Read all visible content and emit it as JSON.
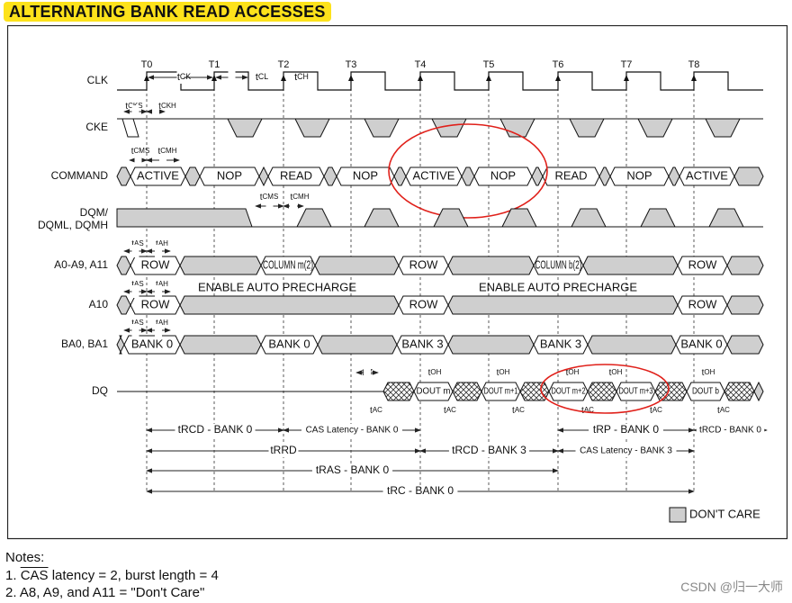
{
  "title": "ALTERNATING BANK READ ACCESSES",
  "clock_labels": [
    "T0",
    "T1",
    "T2",
    "T3",
    "T4",
    "T5",
    "T6",
    "T7",
    "T8"
  ],
  "signals": {
    "clk": "CLK",
    "cke": "CKE",
    "command": "COMMAND",
    "dqm_1": "DQM/",
    "dqm_2": "DQML, DQMH",
    "addr": "A0-A9, A11",
    "a10": "A10",
    "ba": "BA0, BA1",
    "dq": "DQ"
  },
  "commands": [
    "ACTIVE",
    "NOP",
    "READ",
    "NOP",
    "ACTIVE",
    "NOP",
    "READ",
    "NOP",
    "ACTIVE"
  ],
  "addr_values": [
    "ROW",
    "COLUMN m",
    "ROW",
    "COLUMN b",
    "ROW"
  ],
  "addr_note_ref": "(2)",
  "a10_values": [
    "ROW",
    "ROW",
    "ROW"
  ],
  "a10_text": "ENABLE AUTO PRECHARGE",
  "ba_values": [
    "BANK 0",
    "BANK 0",
    "BANK 3",
    "BANK 3",
    "BANK 0"
  ],
  "dq_values": [
    "DOUT m",
    "DOUT m+1",
    "DOUT m+2",
    "DOUT m+3",
    "DOUT b"
  ],
  "timing_labels": {
    "tck": "tCK",
    "tcl": "tCL",
    "tch": "tCH",
    "tcks": "tCKS",
    "tckh": "tCKH",
    "tcms": "tCMS",
    "tcmh": "tCMH",
    "tas": "tAS",
    "tah": "tAH",
    "tlz": "tLZ",
    "toh": "tOH",
    "tac": "tAC"
  },
  "spans": [
    "tRCD - BANK 0",
    "CAS Latency - BANK 0",
    "tRP - BANK 0",
    "tRCD - BANK 0",
    "tRRD",
    "tRCD - BANK 3",
    "CAS Latency - BANK 3",
    "tRAS - BANK 0",
    "tRC - BANK 0"
  ],
  "legend": "DON'T CARE",
  "notes_title": "Notes:",
  "note1_pre": "1.",
  "note1_ov": "CAS",
  "note1_post": " latency = 2, burst length = 4",
  "note2": "2. A8, A9, and A11 = \"Don't Care\"",
  "watermark": "CSDN @归一大师",
  "colors": {
    "title_bg": "#fde21b",
    "grey": "#cfcfcf",
    "highlight": "#e0201a"
  }
}
